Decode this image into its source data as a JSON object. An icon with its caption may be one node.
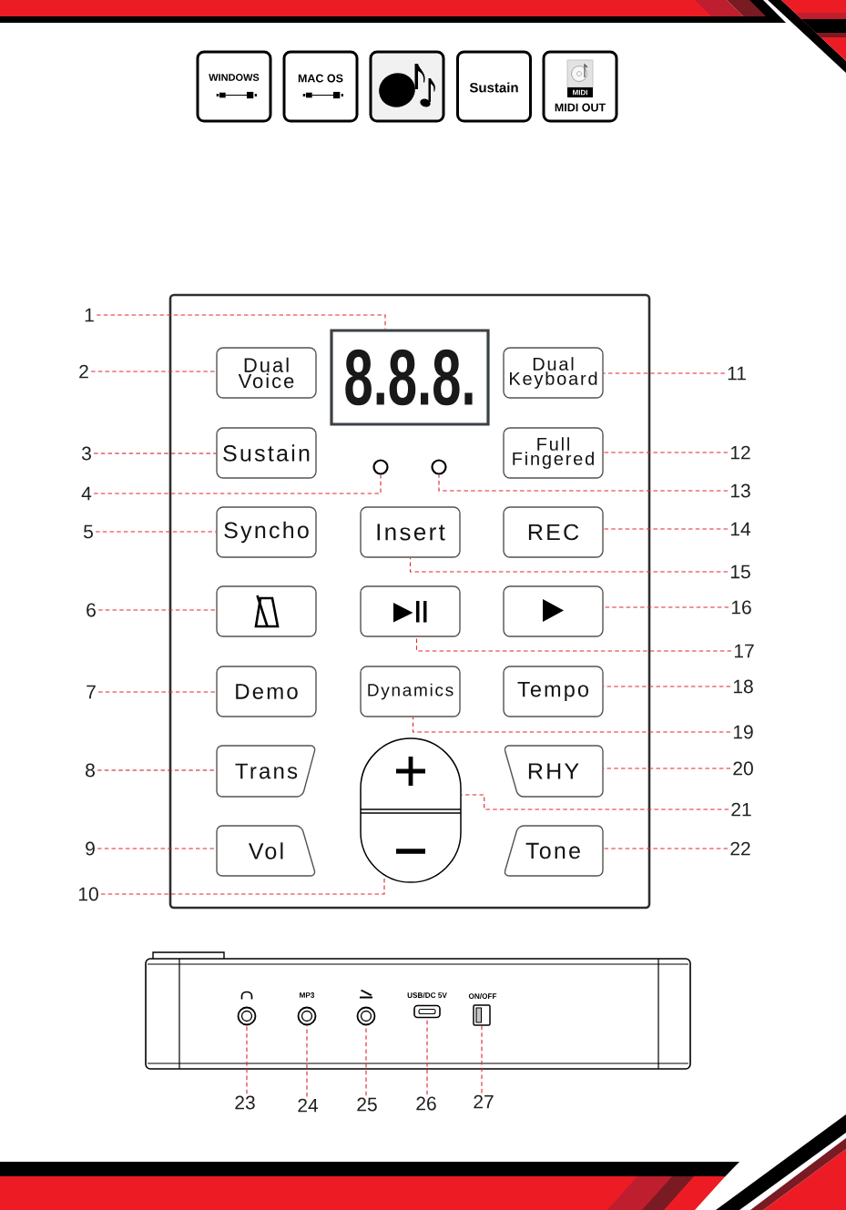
{
  "diagram": {
    "nodes": [
      {
        "text": [
          "WINDOWS"
        ]
      },
      {
        "text": [
          "MAC OS"
        ]
      },
      {
        "text": [],
        "shape": "box"
      },
      {
        "text": [
          "Sustain"
        ]
      },
      {
        "text": [
          "MIDI",
          "MIDI OUT"
        ]
      },
      {
        "text": [],
        "shape": "box"
      },
      {
        "text": [
          "8.8.8."
        ],
        "in": 5
      },
      {
        "text": [
          "Dual Voice"
        ],
        "in": 5
      },
      {
        "text": [
          "Dual Keyboard"
        ],
        "in": 5
      },
      {
        "text": [
          "Sustain"
        ],
        "in": 5
      },
      {
        "text": [
          "Full Fingered"
        ],
        "in": 5
      },
      {
        "text": [],
        "shape": "circle",
        "in": 5
      },
      {
        "text": [],
        "shape": "circle",
        "in": 5
      },
      {
        "text": [
          "Syncho"
        ],
        "in": 5
      },
      {
        "text": [
          "Insert"
        ],
        "in": 5
      },
      {
        "text": [
          "REC"
        ],
        "in": 5
      },
      {
        "text": [],
        "shape": "box",
        "in": 5
      },
      {
        "text": [],
        "shape": "box",
        "in": 5
      },
      {
        "text": [],
        "shape": "box",
        "in": 5
      },
      {
        "text": [
          "Demo"
        ],
        "in": 5
      },
      {
        "text": [
          "Dynamics"
        ],
        "in": 5
      },
      {
        "text": [
          "Tempo"
        ],
        "in": 5
      },
      {
        "text": [
          "Trans"
        ],
        "in": 5
      },
      {
        "text": [],
        "shape": "capsule",
        "in": 5
      },
      {
        "text": [
          "RHY"
        ],
        "in": 5
      },
      {
        "text": [
          "Vol"
        ],
        "in": 5
      },
      {
        "text": [
          "Tone"
        ],
        "in": 5
      },
      {
        "text": [
          "1"
        ]
      },
      {
        "text": [
          "2"
        ]
      },
      {
        "text": [
          "3"
        ]
      },
      {
        "text": [
          "4"
        ]
      },
      {
        "text": [
          "5"
        ]
      },
      {
        "text": [
          "6"
        ]
      },
      {
        "text": [
          "7"
        ]
      },
      {
        "text": [
          "8"
        ]
      },
      {
        "text": [
          "9"
        ]
      },
      {
        "text": [
          "10"
        ]
      },
      {
        "text": [
          "11"
        ]
      },
      {
        "text": [
          "12"
        ]
      },
      {
        "text": [
          "13"
        ]
      },
      {
        "text": [
          "14"
        ]
      },
      {
        "text": [
          "15"
        ]
      },
      {
        "text": [
          "16"
        ]
      },
      {
        "text": [
          "17"
        ]
      },
      {
        "text": [
          "18"
        ]
      },
      {
        "text": [
          "19"
        ]
      },
      {
        "text": [
          "20"
        ]
      },
      {
        "text": [
          "21"
        ]
      },
      {
        "text": [
          "22"
        ]
      },
      {
        "text": [
          "23"
        ]
      },
      {
        "text": [
          "24"
        ]
      },
      {
        "text": [
          "25"
        ]
      },
      {
        "text": [
          "26"
        ]
      },
      {
        "text": [
          "27"
        ]
      },
      {
        "text": [],
        "shape": "circle"
      },
      {
        "text": [],
        "shape": "circle",
        "beside": [
          "MP3"
        ]
      },
      {
        "text": [],
        "shape": "circle"
      },
      {
        "text": [],
        "shape": "box",
        "beside": [
          "USB/DC 5V"
        ]
      },
      {
        "text": [],
        "shape": "box",
        "beside": [
          "ON/OFF"
        ]
      }
    ],
    "edges": [
      {
        "from": 27,
        "to": 6,
        "arrow": "none",
        "style": "dashed"
      },
      {
        "from": 28,
        "to": 7,
        "arrow": "none",
        "style": "dashed"
      },
      {
        "from": 29,
        "to": 9,
        "arrow": "none",
        "style": "dashed",
        "color": "#c8121c"
      },
      {
        "from": 30,
        "to": 11,
        "arrow": "none",
        "style": "dashed"
      },
      {
        "from": 31,
        "to": 13,
        "arrow": "none",
        "style": "dashed"
      },
      {
        "from": 32,
        "to": 16,
        "arrow": "none",
        "style": "dashed"
      },
      {
        "from": 33,
        "to": 19,
        "arrow": "none",
        "style": "dashed"
      },
      {
        "from": 34,
        "to": 22,
        "arrow": "none",
        "style": "dashed",
        "color": "#c8121c"
      },
      {
        "from": 35,
        "to": 25,
        "arrow": "none",
        "style": "dashed"
      },
      {
        "from": 36,
        "to": 23,
        "arrow": "none",
        "style": "dashed"
      },
      {
        "from": 37,
        "to": 8,
        "arrow": "none",
        "style": "dashed"
      },
      {
        "from": 38,
        "to": 10,
        "arrow": "none",
        "style": "dashed"
      },
      {
        "from": 39,
        "to": 12,
        "arrow": "none",
        "style": "dashed"
      },
      {
        "from": 40,
        "to": 15,
        "arrow": "none",
        "style": "dashed"
      },
      {
        "from": 41,
        "to": 14,
        "arrow": "none",
        "style": "dashed"
      },
      {
        "from": 42,
        "to": 18,
        "arrow": "none",
        "style": "dashed"
      },
      {
        "from": 43,
        "to": 17,
        "arrow": "none",
        "style": "dashed"
      },
      {
        "from": 44,
        "to": 21,
        "arrow": "none",
        "style": "dashed"
      },
      {
        "from": 45,
        "to": 20,
        "arrow": "none",
        "style": "dashed"
      },
      {
        "from": 46,
        "to": 24,
        "arrow": "none",
        "style": "dashed"
      },
      {
        "from": 47,
        "to": 23,
        "arrow": "none",
        "style": "dashed"
      },
      {
        "from": 48,
        "to": 26,
        "arrow": "none",
        "style": "dashed"
      },
      {
        "from": 49,
        "to": 54,
        "arrow": "none",
        "style": "dashed"
      },
      {
        "from": 50,
        "to": 55,
        "arrow": "none",
        "style": "dashed"
      },
      {
        "from": 51,
        "to": 56,
        "arrow": "none",
        "style": "dashed"
      },
      {
        "from": 52,
        "to": 57,
        "arrow": "none",
        "style": "dashed"
      },
      {
        "from": 53,
        "to": 58,
        "arrow": "none",
        "style": "dashed"
      }
    ]
  }
}
